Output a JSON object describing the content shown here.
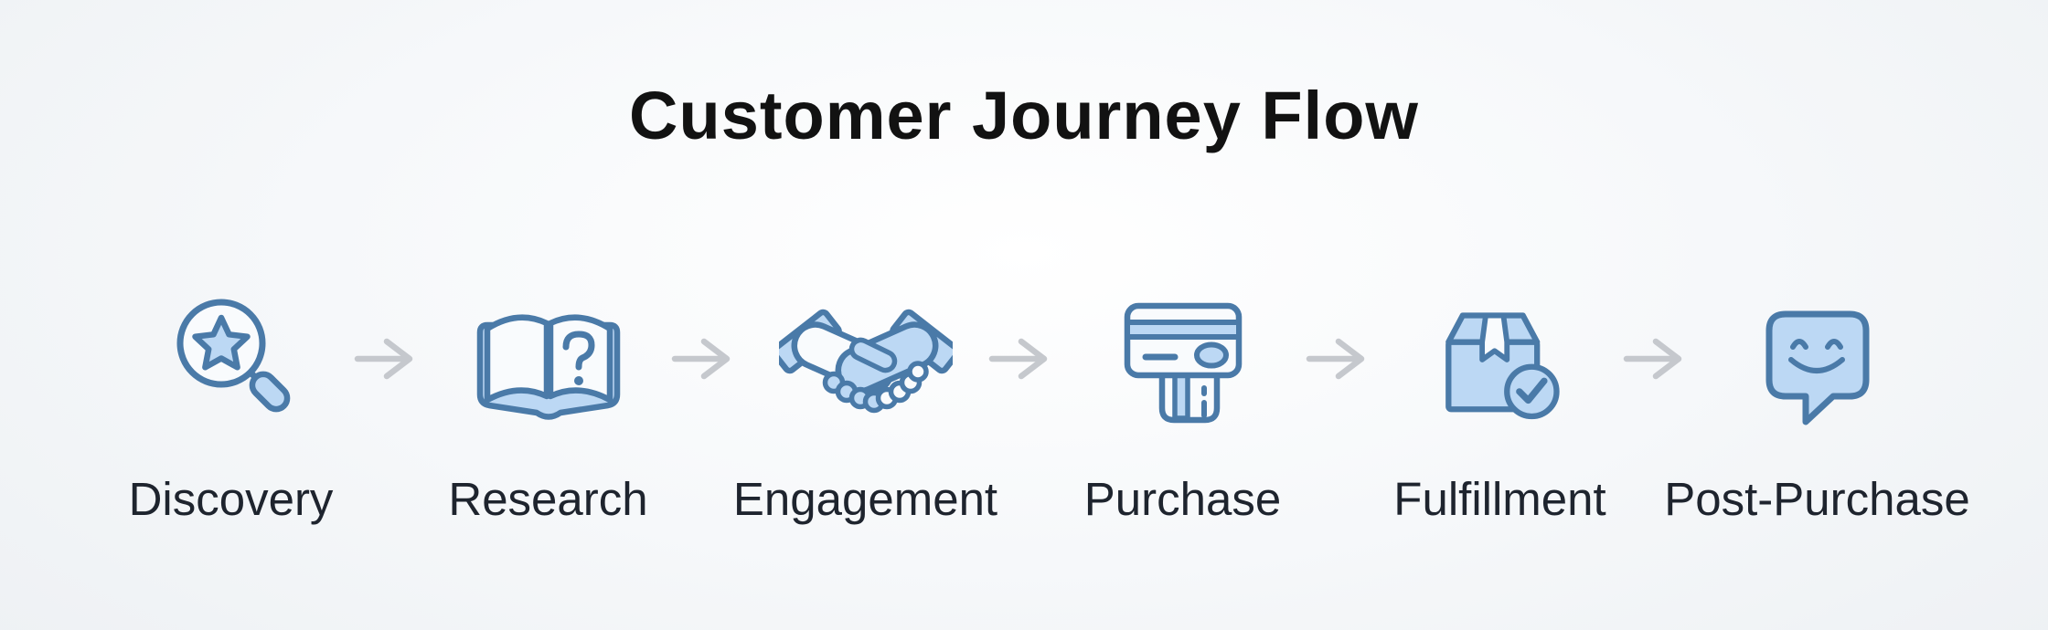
{
  "title": "Customer Journey Flow",
  "flow": {
    "stages": [
      {
        "label": "Discovery",
        "icon": "magnifier-star-icon"
      },
      {
        "label": "Research",
        "icon": "open-book-question-icon"
      },
      {
        "label": "Engagement",
        "icon": "handshake-icon"
      },
      {
        "label": "Purchase",
        "icon": "credit-card-payment-icon"
      },
      {
        "label": "Fulfillment",
        "icon": "package-check-icon"
      },
      {
        "label": "Post-Purchase",
        "icon": "chat-smile-icon"
      }
    ],
    "connector_icon": "right-arrow-icon"
  },
  "colors": {
    "background_center": "#ffffff",
    "background_edge": "#eef1f4",
    "icon_stroke": "#4a7aa8",
    "icon_fill_light": "#bcd8f4",
    "icon_fill_white": "#f9fbfd",
    "arrow": "#c5c8cd",
    "title_text": "#121212",
    "label_text": "#1e242e"
  }
}
